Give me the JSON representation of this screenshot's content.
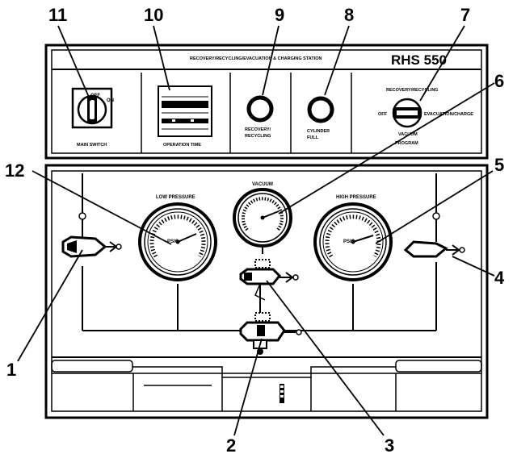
{
  "callouts": {
    "c1": "1",
    "c2": "2",
    "c3": "3",
    "c4": "4",
    "c5": "5",
    "c6": "6",
    "c7": "7",
    "c8": "8",
    "c9": "9",
    "c10": "10",
    "c11": "11",
    "c12": "12"
  },
  "top_panel": {
    "header_text": "RECOVERY/RECYCLING/EVACUATION & CHARGING STATION",
    "model": "RHS 550",
    "main_switch": {
      "off": "OFF",
      "on": "ON",
      "label": "MAIN SWITCH"
    },
    "display_label": "OPERATION TIME",
    "recovery_lamp": {
      "line1": "RECOVERY/",
      "line2": "RECYCLING"
    },
    "cylinder_lamp": {
      "line1": "CYLINDER",
      "line2": "FULL"
    },
    "selector": {
      "top": "RECOVERY/RECYCLING",
      "left": "OFF",
      "right": "EVACUATION/CHARGE",
      "bottom1": "VACUUM",
      "bottom2": "PROGRAM"
    }
  },
  "gauges": {
    "low": {
      "label": "LOW PRESSURE",
      "unit": "PSIG"
    },
    "vacuum": {
      "label": "VACUUM"
    },
    "high": {
      "label": "HIGH PRESSURE",
      "unit": "PSIG"
    }
  }
}
